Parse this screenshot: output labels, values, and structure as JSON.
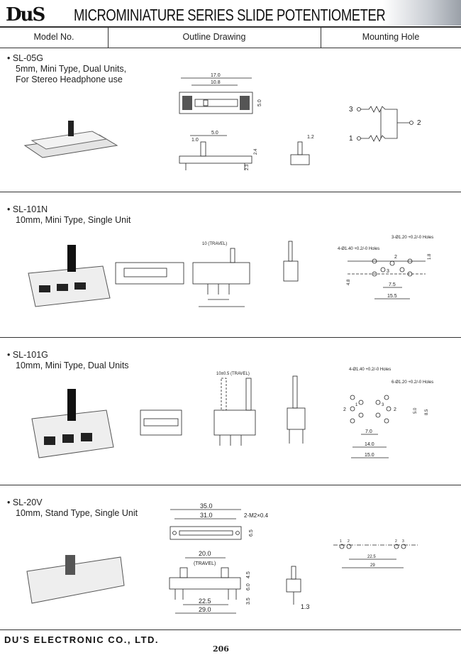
{
  "header": {
    "logo": "DuS",
    "title": "MICROMINIATURE SERIES SLIDE POTENTIOMETER"
  },
  "columns": {
    "model": "Model No.",
    "outline": "Outline Drawing",
    "mounting": "Mounting Hole"
  },
  "models": [
    {
      "name": "• SL-05G",
      "desc": [
        "5mm, Mini Type, Dual Units,",
        "For Stereo Headphone use"
      ],
      "dims": {
        "a": "17.0",
        "b": "10.8",
        "c": "5.0",
        "d": "5.0",
        "e": "1.0",
        "f": "1.2",
        "g": "2.3",
        "h": "2.4",
        "pin1": "1",
        "pin2": "2",
        "pin3": "3"
      }
    },
    {
      "name": "• SL-101N",
      "desc": [
        "10mm, Mini Type, Single Unit"
      ],
      "dims": {
        "travel": "10 (TRAVEL)",
        "a": "7.5",
        "b": "15.5",
        "c": "1.8",
        "d": "4.8",
        "holes1": "4-Ø1.40 +0.2/-0 Holes",
        "holes2": "3-Ø1.20 +0.2/-0 Holes",
        "p2": "2",
        "p3": "3"
      }
    },
    {
      "name": "• SL-101G",
      "desc": [
        "10mm, Mini Type, Dual Units"
      ],
      "dims": {
        "travel": "10±0.5 (TRAVEL)",
        "a": "7.0",
        "b": "14.0",
        "c": "15.0",
        "d": "5.0",
        "e": "8.5",
        "holes1": "4-Ø1.40 +0.2/-0 Holes",
        "holes2": "6-Ø1.20 +0.2/-0 Holes",
        "p1": "1",
        "p2": "2",
        "p3": "3"
      }
    },
    {
      "name": "• SL-20V",
      "desc": [
        "10mm, Stand Type, Single Unit"
      ],
      "dims": {
        "a": "35.0",
        "b": "31.0",
        "screw": "2-M2×0.4",
        "c": "6.5",
        "travel_val": "20.0",
        "travel": "(TRAVEL)",
        "d": "4.5",
        "e": "6.0",
        "f": "3.5",
        "g": "22.5",
        "h": "29.0",
        "i": "1.3",
        "m1": "22.5",
        "m2": "29",
        "p1": "1",
        "p2": "2",
        "p3": "3"
      }
    }
  ],
  "footer": {
    "company": "DU'S ELECTRONIC CO., LTD.",
    "page": "206"
  }
}
